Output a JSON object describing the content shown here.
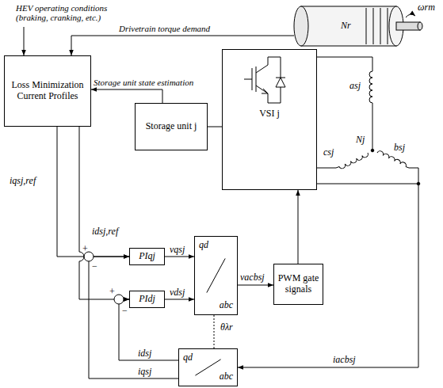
{
  "diagram": {
    "nodes": [
      {
        "text": [
          "Loss Minimization Current Profiles"
        ]
      },
      {
        "text": [
          "Storage unit j"
        ]
      },
      {
        "text": [
          "VSI j"
        ]
      },
      {
        "text": [
          "PIqj"
        ]
      },
      {
        "text": [
          "PIdj"
        ]
      },
      {
        "text": [
          "qd",
          "abc"
        ]
      },
      {
        "text": [
          "PWM gate signals"
        ]
      },
      {
        "text": [
          "qd",
          "abc"
        ]
      }
    ],
    "edges": [
      {
        "from": 0,
        "to": 3,
        "arrow": "to"
      },
      {
        "from": 0,
        "to": 4,
        "arrow": "to"
      },
      {
        "from": 1,
        "to": 0,
        "label": "Storage unit state estimation",
        "arrow": "to"
      },
      {
        "from": 3,
        "to": 5,
        "label": "vqsj",
        "arrow": "to"
      },
      {
        "from": 4,
        "to": 5,
        "label": "vdsj",
        "arrow": "to"
      },
      {
        "from": 5,
        "to": 6,
        "label": "vacbsj",
        "arrow": "to"
      },
      {
        "from": 6,
        "to": 2,
        "arrow": "to"
      },
      {
        "from": 7,
        "to": 3,
        "label": "iqsj",
        "arrow": "to"
      },
      {
        "from": 7,
        "to": 4,
        "label": "idsj",
        "arrow": "to"
      },
      {
        "from": 5,
        "to": 7,
        "label": "θλr",
        "arrow": "none"
      },
      {
        "from": 1,
        "to": 2,
        "arrow": "none"
      }
    ],
    "labels": [
      "HEV operating conditions (braking, cranking, etc.)",
      "Drivetrain torque demand",
      "Nr",
      "ωrm",
      "asj",
      "bsj",
      "csj",
      "Nj",
      "iqsj,ref",
      "idsj,ref",
      "+",
      "−",
      "+",
      "−",
      "iacbsj"
    ]
  }
}
